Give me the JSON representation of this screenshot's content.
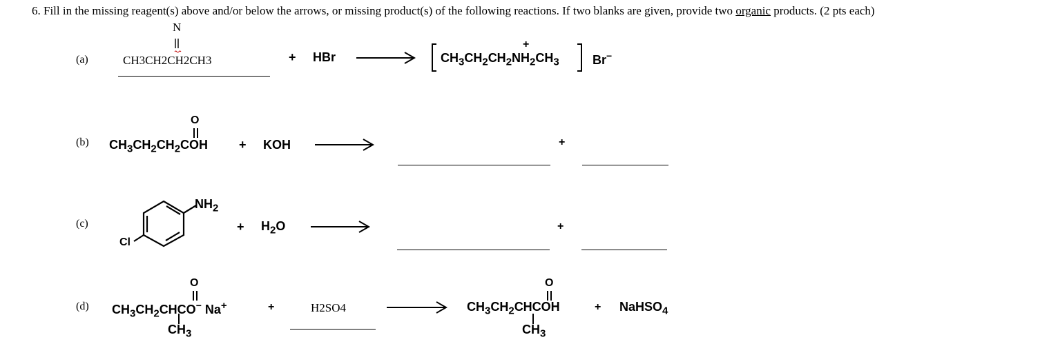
{
  "question": {
    "number": "6.",
    "text_before": "Fill in the missing reagent(s) above and/or below the arrows, or missing product(s) of the following reactions.  If two blanks are given, provide two ",
    "underlined": "organic",
    "text_after": " products.  (2 pts each)"
  },
  "a": {
    "label": "(a)",
    "answer_N": "N",
    "answer_bond": "||",
    "answer_chain": "CH3CH2CH2CH3",
    "plus": "+",
    "reagent": "HBr",
    "product_main": "CH",
    "product_sub1": "3",
    "product_mid1": "CH",
    "product_sub2": "2",
    "product_mid2": "CH",
    "product_sub3": "2",
    "product_mid3": "NH",
    "product_sub4": "2",
    "product_mid4": "CH",
    "product_sub5": "3",
    "charge": "+",
    "counterion": "Br",
    "counterion_charge": "−"
  },
  "b": {
    "label": "(b)",
    "reactant": "CH3CH2CH2COH",
    "carbonyl_O": "O",
    "plus1": "+",
    "reagent": "KOH",
    "plus2": "+"
  },
  "c": {
    "label": "(c)",
    "substituent_NH2": "NH2",
    "substituent_Cl": "Cl",
    "plus1": "+",
    "reagent": "H2O",
    "plus2": "+"
  },
  "d": {
    "label": "(d)",
    "reactant": "CH3CH2CHCO",
    "reactant_charge": "−",
    "cation": "Na",
    "cation_charge": "+",
    "reactant_branch": "CH3",
    "carbonyl_O": "O",
    "plus1": "+",
    "answer": "H2SO4",
    "product": "CH3CH2CHCOH",
    "product_branch": "CH3",
    "product_O": "O",
    "plus2": "+",
    "byproduct": "NaHSO4"
  }
}
